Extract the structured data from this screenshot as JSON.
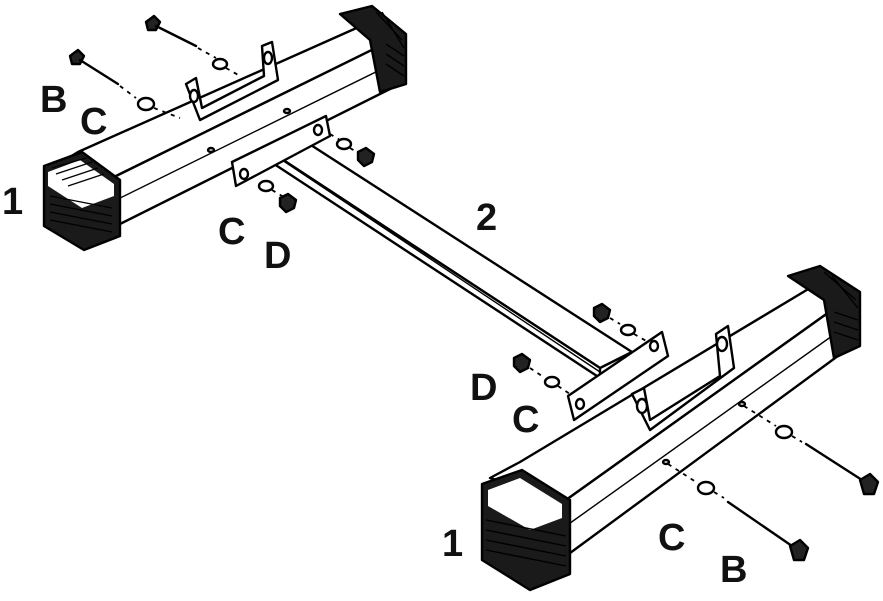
{
  "labels": {
    "part_1_left": "1",
    "part_1_right": "1",
    "part_2": "2",
    "bolt_b_top": "B",
    "bolt_b_bottom": "B",
    "washer_c_top": "C",
    "washer_c_left_mid": "C",
    "washer_c_right_mid": "C",
    "washer_c_bottom": "C",
    "nut_d_left": "D",
    "nut_d_right": "D"
  },
  "colors": {
    "line": "#000000",
    "fill_tube": "#ffffff",
    "fill_cap": "#1a1a1a",
    "fill_bolt": "#222222"
  }
}
